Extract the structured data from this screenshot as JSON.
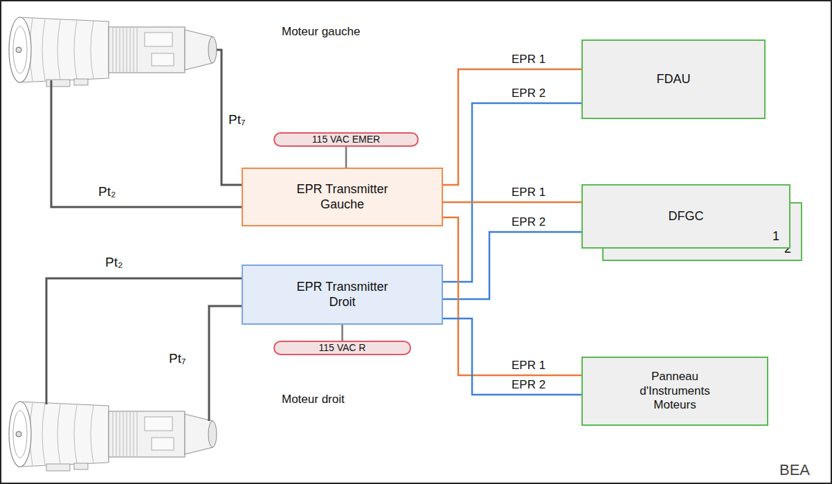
{
  "diagram": {
    "nodes": [
      {
        "text": [
          "FDAU"
        ]
      },
      {
        "text": [
          "115 VAC EMER"
        ]
      },
      {
        "text": [
          "EPR Transmitter Gauche"
        ]
      },
      {
        "text": [
          "DFGC",
          "1"
        ]
      },
      {
        "text": [
          "2"
        ]
      },
      {
        "text": [
          "EPR Transmitter Droit"
        ]
      },
      {
        "text": [
          "115 VAC R"
        ]
      },
      {
        "text": [
          "Panneau d'Instruments Moteurs"
        ]
      }
    ],
    "edges": [
      {
        "from": 2,
        "to": 0,
        "label": "EPR 1",
        "arrow": "none"
      },
      {
        "from": 5,
        "to": 0,
        "label": "EPR 2",
        "arrow": "none"
      },
      {
        "from": 1,
        "to": 2,
        "arrow": "none"
      },
      {
        "from": 2,
        "to": 3,
        "label": "EPR 1",
        "arrow": "none"
      },
      {
        "from": 5,
        "to": 3,
        "label": "EPR 2",
        "arrow": "none"
      },
      {
        "from": 6,
        "to": 5,
        "arrow": "none"
      },
      {
        "from": 2,
        "to": 7,
        "label": "EPR 1",
        "arrow": "none"
      },
      {
        "from": 5,
        "to": 7,
        "label": "EPR 2",
        "arrow": "none"
      }
    ],
    "labels": [
      "Moteur gauche",
      "Pt₇",
      "Pt₂",
      "Pt₂",
      "Pt₇",
      "Moteur droit",
      "BEA"
    ]
  }
}
